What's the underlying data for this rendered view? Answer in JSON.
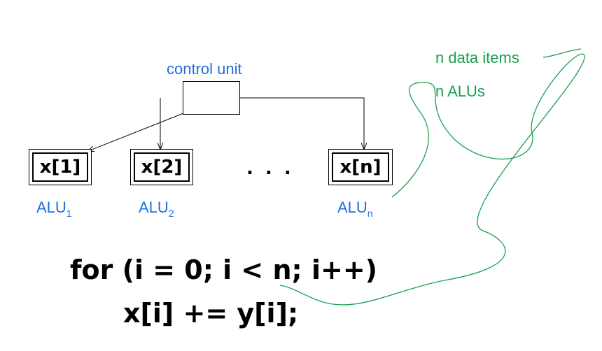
{
  "control_unit": {
    "label": "control unit"
  },
  "alus": [
    {
      "cell": "x[1]",
      "name": "ALU",
      "sub": "1"
    },
    {
      "cell": "x[2]",
      "name": "ALU",
      "sub": "2"
    },
    {
      "cell": "x[n]",
      "name": "ALU",
      "sub": "n"
    }
  ],
  "ellipsis": ". . .",
  "annotations": {
    "data_items": "n data items",
    "alus": "n ALUs"
  },
  "code": {
    "line1": "for (i = 0; i < n; i++)",
    "line2": "x[i] += y[i];"
  },
  "colors": {
    "label_blue": "#1f6fe0",
    "annotation_green": "#1a9e4f"
  }
}
